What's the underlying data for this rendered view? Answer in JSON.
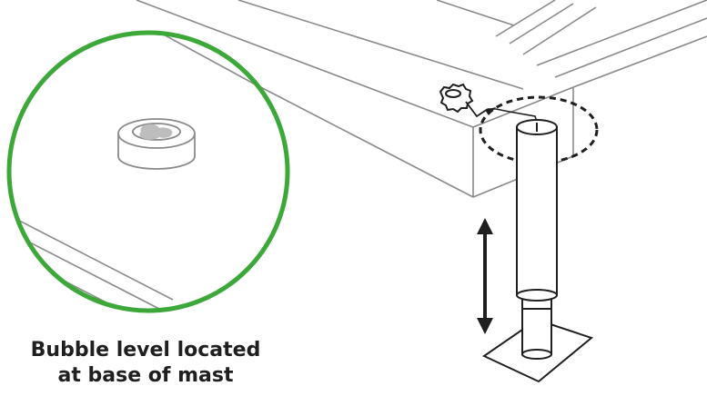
{
  "caption": {
    "line1": "Bubble level located",
    "line2": "at base of mast"
  },
  "colors": {
    "zoom_circle": "#3da83a",
    "line_light": "#8a8a8a",
    "line_dark": "#1f1f1f",
    "bubble_fill": "#bdbdbd"
  },
  "icons": {
    "adjustment_arrow": "double-headed-vertical-arrow",
    "knob": "adjustment-knob",
    "leader": "arrow-to-mast-top"
  }
}
